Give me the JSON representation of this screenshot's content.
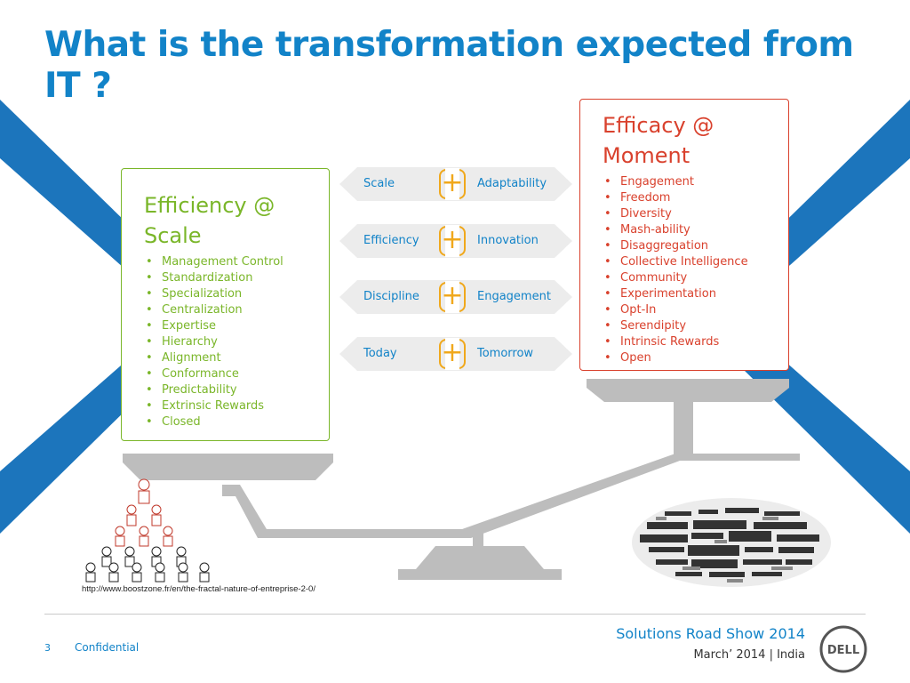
{
  "title": "What is the transformation expected from IT ?",
  "left_card": {
    "heading_line1": "Efficiency @",
    "heading_line2": "Scale",
    "items": [
      "Management Control",
      "Standardization",
      "Specialization",
      "Centralization",
      "Expertise",
      "Hierarchy",
      "Alignment",
      "Conformance",
      "Predictability",
      "Extrinsic Rewards",
      "Closed"
    ]
  },
  "right_card": {
    "heading_line1": "Efficacy @",
    "heading_line2": "Moment",
    "items": [
      "Engagement",
      "Freedom",
      "Diversity",
      "Mash-ability",
      "Disaggregation",
      "Collective Intelligence",
      "Community",
      "Experimentation",
      "Opt-In",
      "Serendipity",
      "Intrinsic Rewards",
      "Open"
    ]
  },
  "arrows": [
    {
      "left": "Scale",
      "right": "Adaptability"
    },
    {
      "left": "Efficiency",
      "right": "Innovation"
    },
    {
      "left": "Discipline",
      "right": "Engagement"
    },
    {
      "left": "Today",
      "right": "Tomorrow"
    }
  ],
  "plus_symbol": "+",
  "source_url": "http://www.boostzone.fr/en/the-fractal-nature-of-entreprise-2-0/",
  "footer": {
    "page_number": "3",
    "confidential": "Confidential",
    "event_title": "Solutions Road Show 2014",
    "event_date": "March’ 2014 | India"
  },
  "logo_text": "DELL",
  "colors": {
    "title_blue": "#1283c8",
    "green": "#7ab629",
    "red": "#d9412d",
    "orange": "#f0a81c",
    "scale_gray": "#bdbdbd",
    "ray_blue": "#1c75bc"
  }
}
